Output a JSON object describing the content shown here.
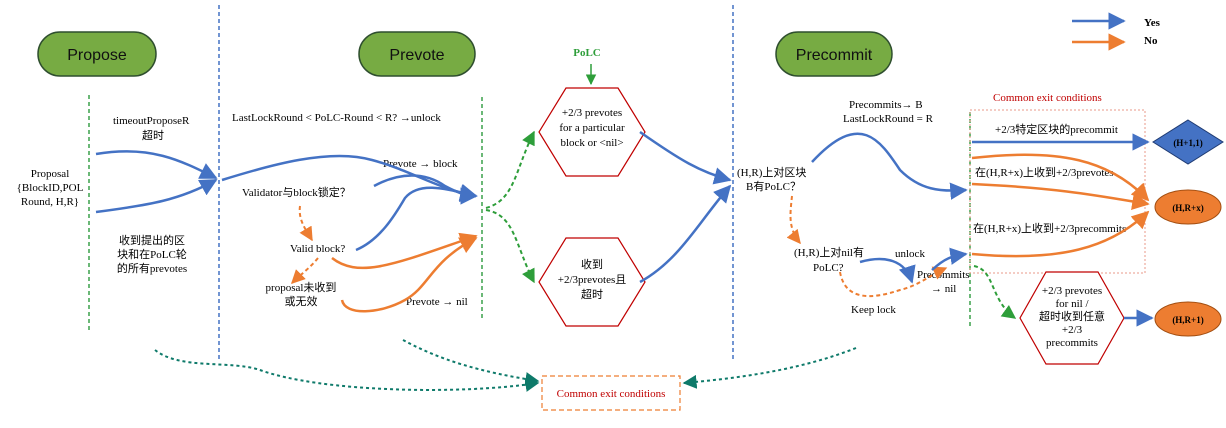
{
  "legend": {
    "yes": "Yes",
    "no": "No",
    "yes_color": "#4472c4",
    "no_color": "#ed7d31"
  },
  "phases": {
    "propose": "Propose",
    "prevote": "Prevote",
    "precommit": "Precommit",
    "fill": "#77ab43"
  },
  "propose": {
    "timeout_1": "timeoutProposeR",
    "timeout_2": "超时",
    "proposal_1": "Proposal",
    "proposal_2": "{BlockID,POL",
    "proposal_3": "Round, H,R}",
    "received_1": "收到提出的区",
    "received_2": "块和在PoLC轮",
    "received_3": "的所有prevotes"
  },
  "prevote": {
    "condition": "LastLockRound < PoLC-Round < R?  →unlock",
    "block_label": "Prevote → block",
    "locked_q": "Validator与block锁定？",
    "valid_q": "Valid block?",
    "invalid_1": "proposal未收到",
    "invalid_2": "或无效",
    "nil_label": "Prevote → nil"
  },
  "polc": {
    "label": "PoLC",
    "hex1_1": "+2/3 prevotes",
    "hex1_2": "for a particular",
    "hex1_3": "block or <nil>",
    "hex2_1": "收到",
    "hex2_2": "+2/3prevotes且",
    "hex2_3": "超时"
  },
  "precommit": {
    "cond_1": "Precommits→ B",
    "cond_2": "LastLockRound = R",
    "q1_1": "(H,R)上对区块",
    "q1_2": "B有PoLC？",
    "unlock": "unlock",
    "q2_1": "(H,R)上对nil有",
    "q2_2": "PoLC?",
    "keep": "Keep lock",
    "nil_1": "Precommits",
    "nil_2": "→ nil",
    "hex_1": "+2/3  prevotes",
    "hex_2": "for nil /",
    "hex_3": "超时收到任意",
    "hex_4": "+2/3",
    "hex_5": "precommits"
  },
  "exit": {
    "title": "Common exit conditions",
    "line1": "+2/3特定区块的precommit",
    "line2": "在(H,R+x)上收到+2/3prevotes",
    "line3": "在(H,R+x)上收到+2/3precommits",
    "bottom": "Common exit conditions"
  },
  "targets": {
    "next_height": "(H+1,1)",
    "round_x": "(H,R+x)",
    "round_next": "(H,R+1)"
  }
}
